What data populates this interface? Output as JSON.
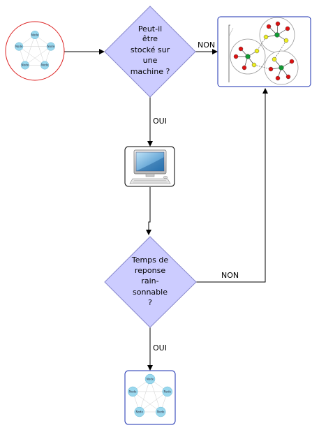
{
  "decisions": {
    "q1": [
      "Peut-il",
      "être",
      "stocké sur",
      "une",
      "machine ?"
    ],
    "q2": [
      "Temps de",
      "reponse",
      "rain-",
      "sonnable",
      "?"
    ]
  },
  "edge_labels": {
    "q1_no": "NON",
    "q1_yes": "OUI",
    "q2_no": "NON",
    "q2_yes": "OUI"
  },
  "graph_node_label": "Node",
  "colors": {
    "diamond_fill": "#ccccff",
    "diamond_stroke": "#8888cc",
    "start_stroke": "#dd2222",
    "frame_stroke": "#1a2fb0",
    "graph_node_fill": "#9ad8ee",
    "cluster_red": "#dd1111",
    "cluster_green": "#119933",
    "cluster_yellow": "#eeee22"
  },
  "icons": {
    "start": "pentagon-graph-icon",
    "distributed": "distributed-graph-clusters-icon",
    "computer": "desktop-computer-icon",
    "result": "pentagon-graph-icon"
  }
}
